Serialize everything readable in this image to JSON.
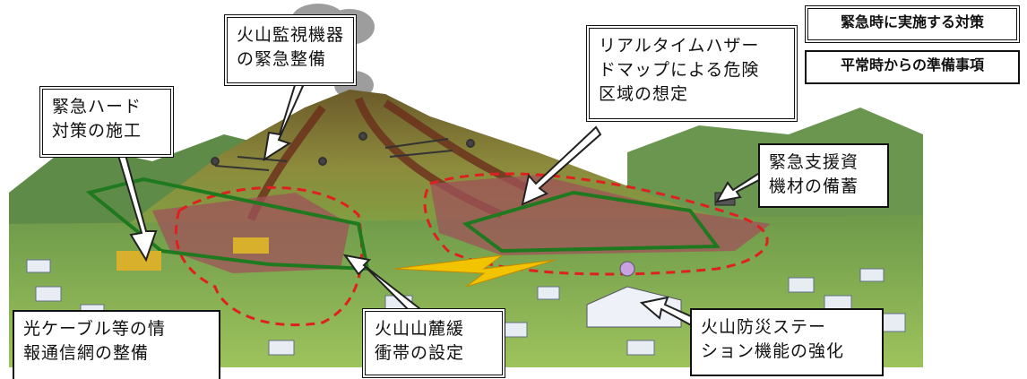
{
  "legend": {
    "emergency": "緊急時に実施する対策",
    "normal": "平常時からの準備事項"
  },
  "labels": {
    "volcano_monitoring": [
      "火山監視機器",
      "の緊急整備"
    ],
    "realtime_hazard_map": [
      "リアルタイムハザー",
      "ドマップによる危険",
      "区域の想定"
    ],
    "emergency_hard_works": [
      "緊急ハード",
      "対策の施工"
    ],
    "emergency_equipment": [
      "緊急支援資",
      "機材の備蓄"
    ],
    "optical_cable": [
      "光ケーブル等の情",
      "報通信網の整備"
    ],
    "buffer_zone": [
      "火山山麓緩",
      "衝帯の設定"
    ],
    "disaster_station": [
      "火山防災ステー",
      "ション機能の強化"
    ]
  },
  "colors": {
    "sky": "#ffffff",
    "mountain": "#8a7a3a",
    "hazard_zone": "#a0525a",
    "dashed_boundary": "#e02020",
    "buffer_line": "#1f7a1f",
    "field": "#9fc457"
  }
}
